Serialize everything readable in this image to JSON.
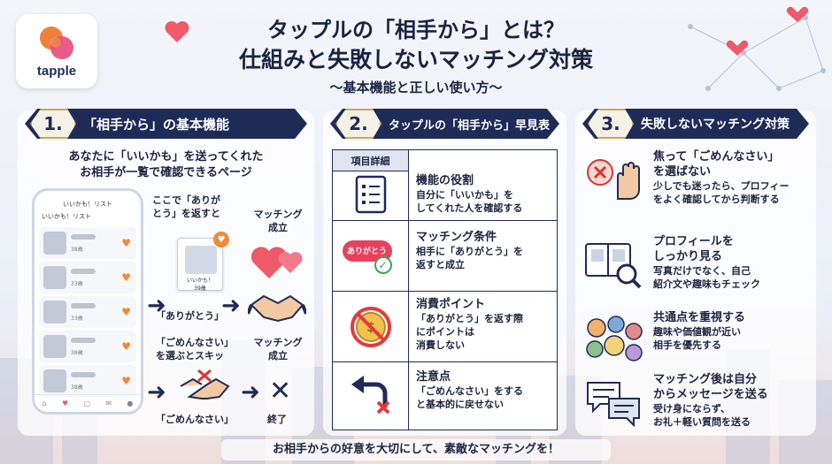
{
  "logo": {
    "text": "tapple"
  },
  "header": {
    "title_line1": "タップルの「相手から」とは？",
    "title_line2": "仕組みと失敗しないマッチング対策",
    "subtitle": "〜基本機能と正しい使い方〜"
  },
  "panel1": {
    "number": "1.",
    "label": "「相手から」の基本機能",
    "intro_line1": "あなたに「いいかも」を送ってくれた",
    "intro_line2": "お相手が一覧で確認できるページ",
    "phone": {
      "title": "いいかも！リスト",
      "header": "いいかも！リスト",
      "ages": [
        "38歳",
        "33歳",
        "33歳",
        "38歳",
        "38歳"
      ]
    },
    "thanks_caption_line1": "ここで「ありが",
    "thanks_caption_line2": "とう」を返すと",
    "card_name": "いいかも！",
    "card_age": "39歳",
    "match1_line1": "マッチング",
    "match1_line2": "成立",
    "thanks_label": "「ありがとう」",
    "sorry_caption_line1": "「ごめんなさい」",
    "sorry_caption_line2": "を選ぶとスキッ",
    "match2_line1": "マッチング",
    "match2_line2": "成立",
    "sorry_label": "「ごめんなさい」",
    "end_label": "終了"
  },
  "panel2": {
    "number": "2.",
    "label": "タップルの「相手から」早見表",
    "table_header": "項目詳細",
    "rows": [
      {
        "icon": "checklist-icon",
        "heading": "機能の役割",
        "body_line1": "自分に「いいかも」を",
        "body_line2": "してくれた人を確認する"
      },
      {
        "icon": "thanks-bubble-icon",
        "icon_text": "ありがとう",
        "heading": "マッチング条件",
        "body_line1": "相手に「ありがとう」を",
        "body_line2": "返すと成立"
      },
      {
        "icon": "no-coin-icon",
        "heading": "消費ポイント",
        "body_line1": "「ありがとう」を返す際",
        "body_line2": "にポイントは",
        "body_line3": "消費しない"
      },
      {
        "icon": "undo-arrow-icon",
        "heading": "注意点",
        "body_line1": "「ごめんなさい」をする",
        "body_line2": "と基本的に戻せない"
      }
    ]
  },
  "panel3": {
    "number": "3.",
    "label": "失敗しないマッチング対策",
    "items": [
      {
        "icon": "stop-hand-icon",
        "heading_line1": "焦って「ごめんなさい」",
        "heading_line2": "を選ばない",
        "body_line1": "少しでも迷ったら、プロフィー",
        "body_line2": "をよく確認してから判断する"
      },
      {
        "icon": "profile-magnifier-icon",
        "heading_line1": "プロフィールを",
        "heading_line2": "しっかり見る",
        "body_line1": "写真だけでなく、自己",
        "body_line2": "紹介文や趣味もチェック"
      },
      {
        "icon": "hobbies-icon",
        "heading_line1": "共通点を重視する",
        "body_line1": "趣味や価値観が近い",
        "body_line2": "相手を優先する"
      },
      {
        "icon": "chat-bubbles-icon",
        "heading_line1": "マッチング後は自分",
        "heading_line2": "からメッセージを送る",
        "body_line1": "受け身にならず、",
        "body_line2": "お礼＋軽い質問を送る"
      }
    ]
  },
  "footer": {
    "text": "お相手からの好意を大切にして、素敵なマッチングを！"
  },
  "colors": {
    "navy": "#1f2b57",
    "accent_orange": "#f08a3a",
    "heart_pink": "#ee5a6a",
    "gold": "#c9a65a"
  }
}
